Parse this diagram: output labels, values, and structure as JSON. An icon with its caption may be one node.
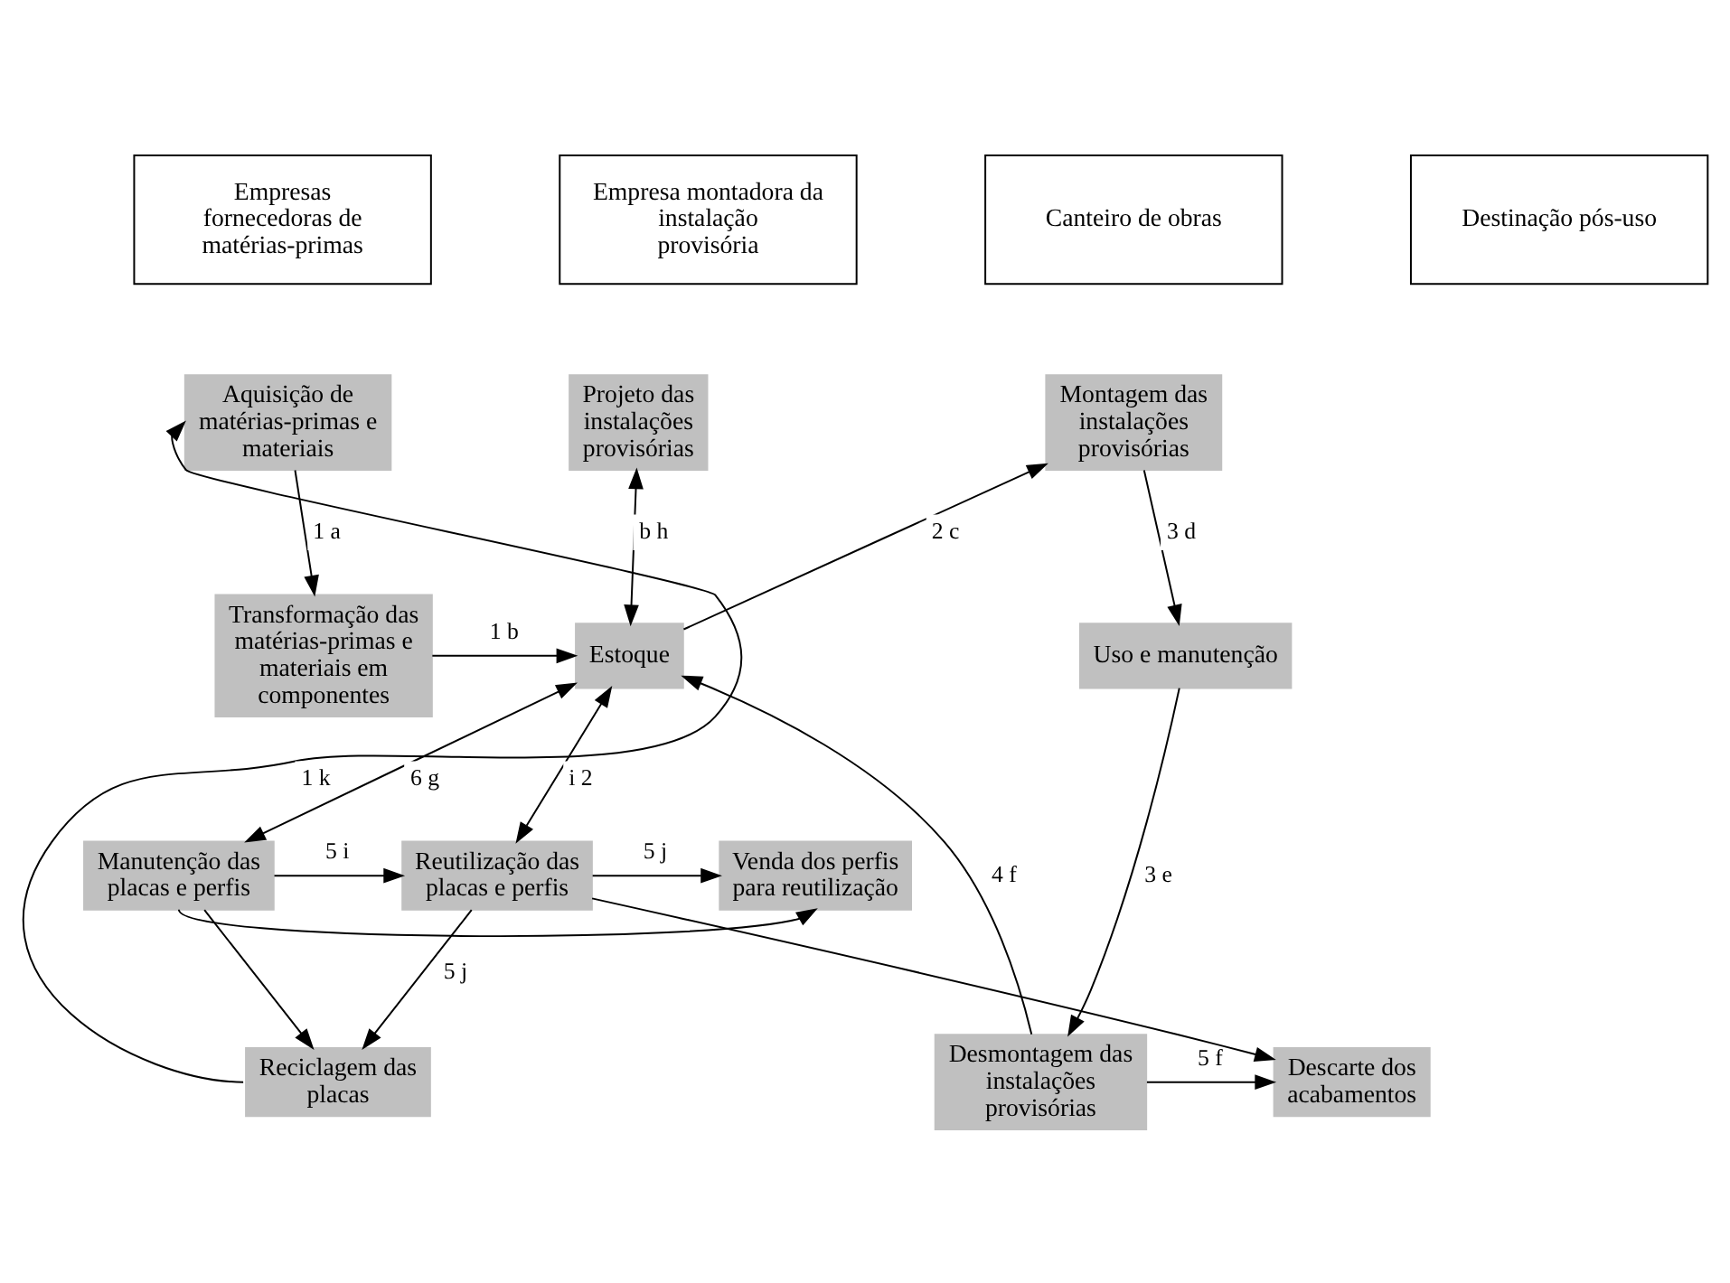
{
  "diagram": {
    "nodes": [
      {
        "text": [
          "Empresas fornecedoras de matérias-primas"
        ]
      },
      {
        "text": [
          "Empresa montadora da instalação provisória"
        ]
      },
      {
        "text": [
          "Canteiro de obras"
        ]
      },
      {
        "text": [
          "Destinação pós-uso"
        ]
      },
      {
        "text": [
          "Aquisição de matérias-primas e materiais"
        ]
      },
      {
        "text": [
          "Projeto das instalações provisórias"
        ]
      },
      {
        "text": [
          "Montagem das instalações provisórias"
        ]
      },
      {
        "text": [
          "Transformação das matérias-primas e materiais em componentes"
        ]
      },
      {
        "text": [
          "Estoque"
        ]
      },
      {
        "text": [
          "Uso e manutenção"
        ]
      },
      {
        "text": [
          "Descarte dos acabamentos"
        ]
      },
      {
        "text": [
          "Desmontagem das instalações provisórias"
        ]
      },
      {
        "text": [
          "Reciclagem das placas"
        ]
      },
      {
        "text": [
          "Manutenção das placas e perfis"
        ]
      },
      {
        "text": [
          "Reutilização das placas e perfis"
        ]
      },
      {
        "text": [
          "Venda dos perfis para reutilização"
        ]
      }
    ],
    "edges": [
      {
        "from": 4,
        "to": 7,
        "arrow": "to",
        "label": "1 a"
      },
      {
        "from": 7,
        "to": 8,
        "arrow": "to",
        "label": "1 b"
      },
      {
        "from": 8,
        "to": 5,
        "arrow": "both",
        "label": "b h"
      },
      {
        "from": 8,
        "to": 6,
        "arrow": "to",
        "label": "2 c"
      },
      {
        "from": 6,
        "to": 9,
        "arrow": "to",
        "label": "3 d"
      },
      {
        "from": 9,
        "to": 11,
        "arrow": "to",
        "label": "3 e"
      },
      {
        "from": 11,
        "to": 8,
        "arrow": "to",
        "label": "4 f"
      },
      {
        "from": 11,
        "to": 10,
        "arrow": "to",
        "label": "5 f"
      },
      {
        "from": 8,
        "to": 13,
        "arrow": "both",
        "label": "6 g"
      },
      {
        "from": 8,
        "to": 14,
        "arrow": "both",
        "label": "i 2"
      },
      {
        "from": 14,
        "to": 10,
        "arrow": "to"
      },
      {
        "from": 14,
        "to": 12,
        "arrow": "to",
        "label": "5 j"
      },
      {
        "from": 14,
        "to": 15,
        "arrow": "to",
        "label": "5 j"
      },
      {
        "from": 13,
        "to": 14,
        "arrow": "to",
        "label": "5 i"
      },
      {
        "from": 13,
        "to": 15,
        "arrow": "to"
      },
      {
        "from": 13,
        "to": 12,
        "arrow": "to"
      },
      {
        "from": 12,
        "to": 4,
        "arrow": "to",
        "label": "1 k"
      }
    ]
  }
}
